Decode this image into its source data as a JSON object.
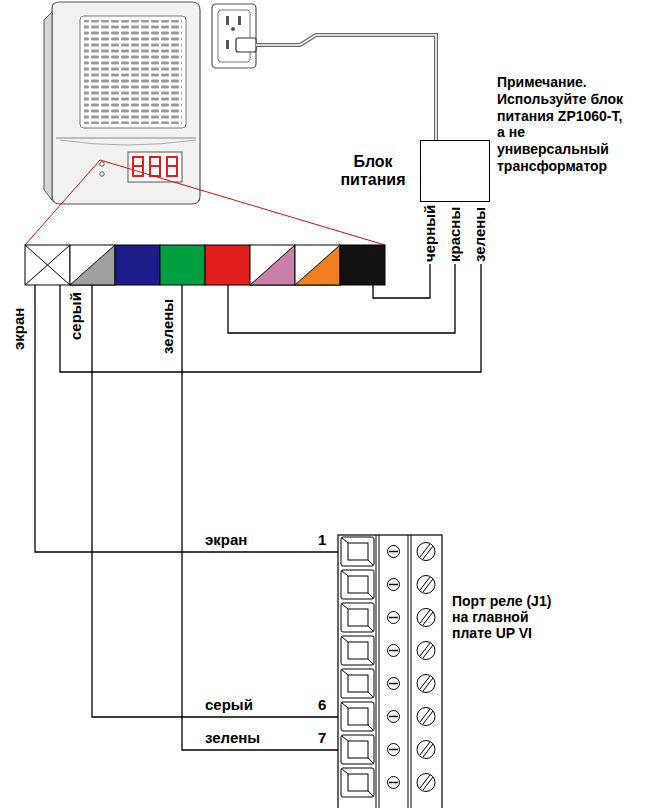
{
  "diagram": {
    "nodes": [
      {
        "text": [
          "Блок питания"
        ]
      },
      {
        "text": [
          "Порт реле (J1) на главной плате UP VI"
        ]
      }
    ],
    "labels": [
      "Примечание. Используйте блок питания ZP1060-T, а не универсальный трансформатор",
      "черный",
      "красны",
      "зелены",
      "экран",
      "серый",
      "зелены",
      "экран",
      "1",
      "серый",
      "6",
      "зелены",
      "7"
    ]
  }
}
